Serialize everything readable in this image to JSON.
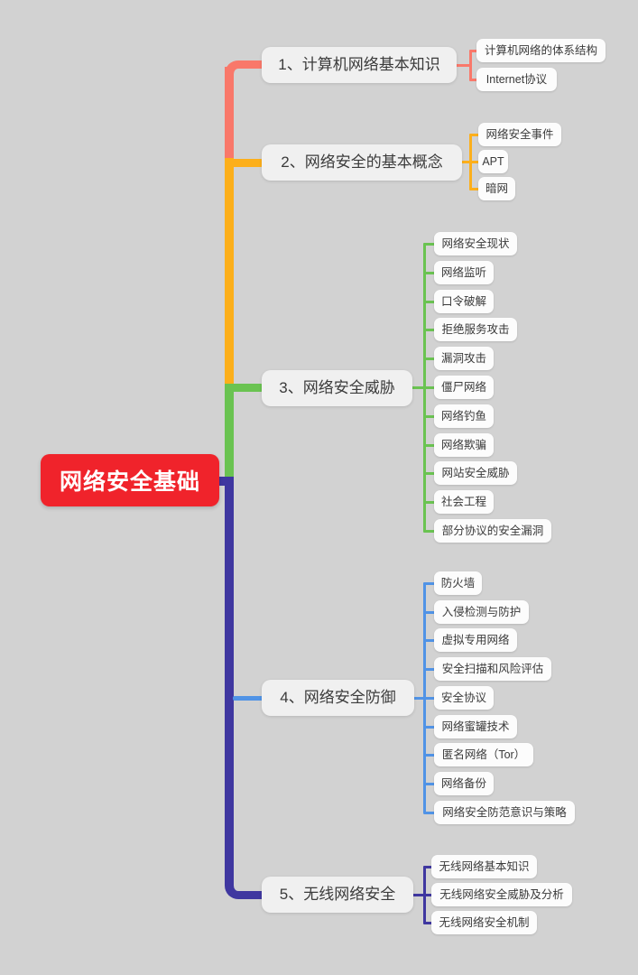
{
  "canvas": {
    "background": "#d2d2d2"
  },
  "root": {
    "label": "网络安全基础",
    "color": "#f0232b",
    "text_color": "#ffffff"
  },
  "branches": [
    {
      "label": "1、计算机网络基本知识",
      "color": "#f9786a",
      "children": [
        "计算机网络的体系结构",
        "Internet协议"
      ]
    },
    {
      "label": "2、网络安全的基本概念",
      "color": "#fcaf1b",
      "children": [
        "网络安全事件",
        "APT",
        "暗网"
      ]
    },
    {
      "label": "3、网络安全威胁",
      "color": "#6ac351",
      "children": [
        "网络安全现状",
        "网络监听",
        "口令破解",
        "拒绝服务攻击",
        "漏洞攻击",
        "僵尸网络",
        "网络钓鱼",
        "网络欺骗",
        "网站安全威胁",
        "社会工程",
        "部分协议的安全漏洞"
      ]
    },
    {
      "label": "4、网络安全防御",
      "color": "#5093e6",
      "children": [
        "防火墙",
        "入侵检测与防护",
        "虚拟专用网络",
        "安全扫描和风险评估",
        "安全协议",
        "网络蜜罐技术",
        "匿名网络（Tor）",
        "网络备份",
        "网络安全防范意识与策略"
      ]
    },
    {
      "label": "5、无线网络安全",
      "color": "#3f37a0",
      "children": [
        "无线网络基本知识",
        "无线网络安全威胁及分析",
        "无线网络安全机制"
      ]
    }
  ],
  "node_style": {
    "branch_bg": "#f0f0f0",
    "child_bg": "#fcfcfc",
    "text_color": "#3b3b3b"
  }
}
